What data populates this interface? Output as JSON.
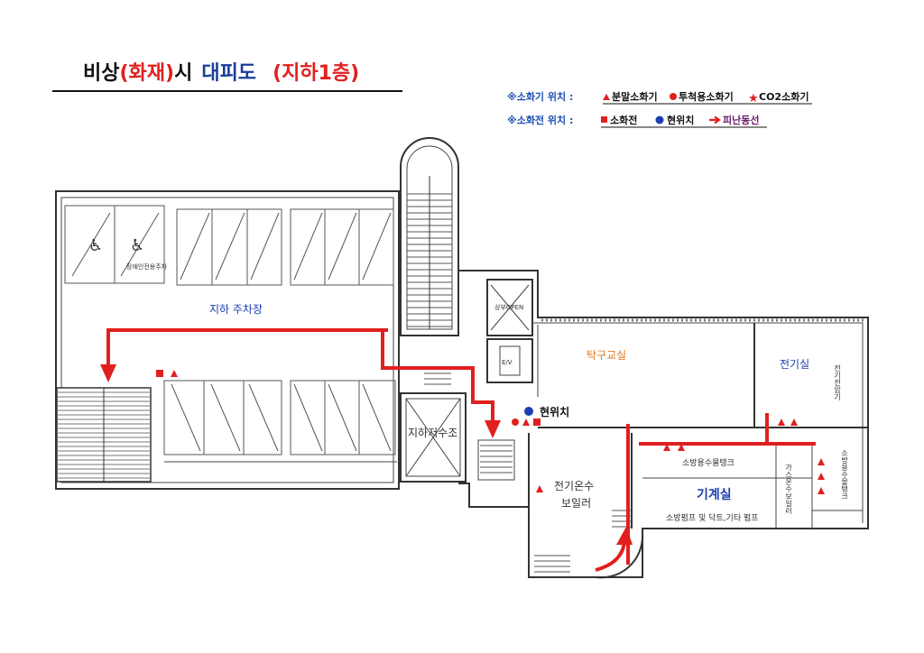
{
  "title": {
    "part1": "비상",
    "part2": "(화재)",
    "part3": "시",
    "part4": "대피도",
    "part5": "(지하1층)"
  },
  "legend": {
    "extinguisher_heading": "※소화기 위치 :",
    "extinguisher_powder": "분말소화기",
    "extinguisher_throw": "투척용소화기",
    "extinguisher_co2": "CO2소화기",
    "hydrant_heading": "※소화전 위치 :",
    "hydrant": "소화전",
    "current_location": "현위치",
    "evacuation_route": "피난동선"
  },
  "rooms": {
    "parking": "지하 주차장",
    "table_tennis": "탁구교실",
    "electrical": "전기실",
    "transformer": "전기전압기",
    "current_position": "현위치",
    "fire_water_tank": "소방용수물탱크",
    "fire_water_tank_side": "소방용수물탱크",
    "boiler_line1": "전기온수",
    "boiler_line2": "보일러",
    "machine_room": "기계실",
    "pump_note": "소방펌프 및 닥트,기타 펌프",
    "gas_boiler": "가스온수보일러",
    "underground_tank": "지하저수조",
    "shaft": "상부OPEN",
    "elevator": "E/V",
    "disabled_parking": "장애인전용주차"
  },
  "colors": {
    "title_dark": "#111111",
    "title_accent": "#e02020",
    "title_blue": "#1a3f9a",
    "legend_blue": "#1d4fb3",
    "route_red": "#e02020",
    "marker_red": "#e02020",
    "marker_blue": "#1a3fb0",
    "route_label": "#6a1b6a",
    "table_tennis_orange": "#e07a1e"
  }
}
